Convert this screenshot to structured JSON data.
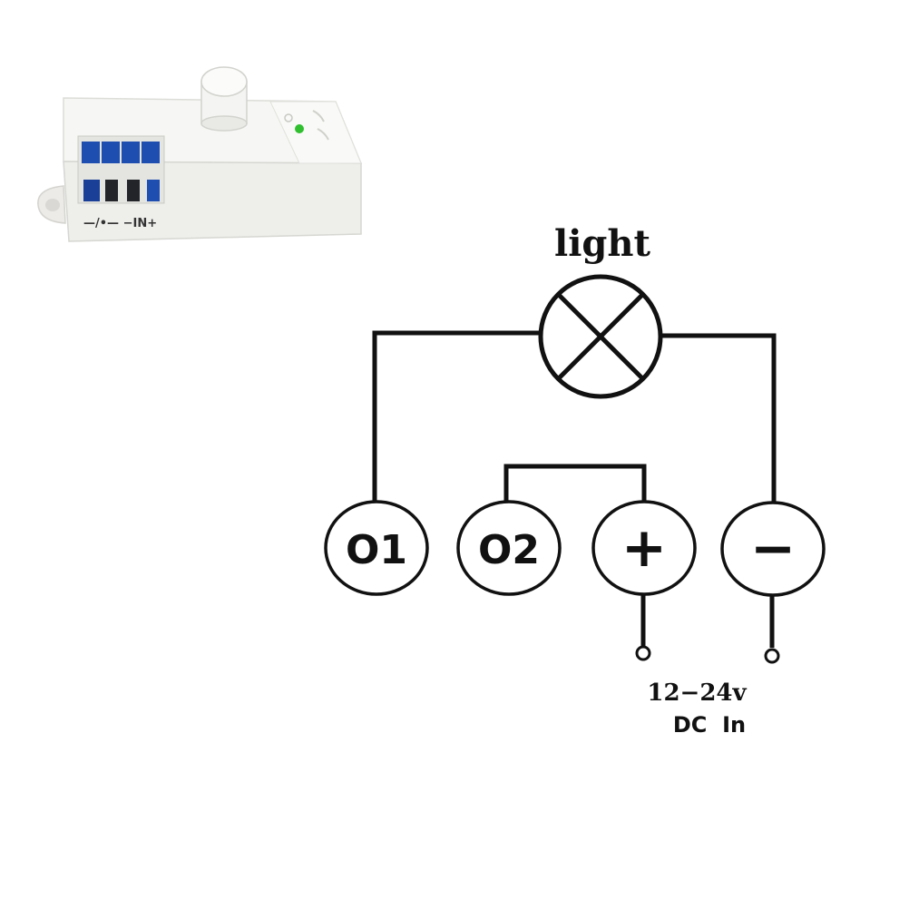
{
  "product": {
    "terminal_marking": "—/•— −IN+",
    "body_color": "#f2f2f0",
    "terminal_color": "#1e4fb0",
    "led_color": "#2fbf2f"
  },
  "diagram": {
    "lamp_label": "light",
    "terminals": [
      {
        "id": "o1",
        "label": "O1"
      },
      {
        "id": "o2",
        "label": "O2"
      },
      {
        "id": "plus",
        "label": "+"
      },
      {
        "id": "minus",
        "label": "−"
      }
    ],
    "supply_label_line1": "12−24v",
    "supply_label_line2": "DC  In"
  }
}
